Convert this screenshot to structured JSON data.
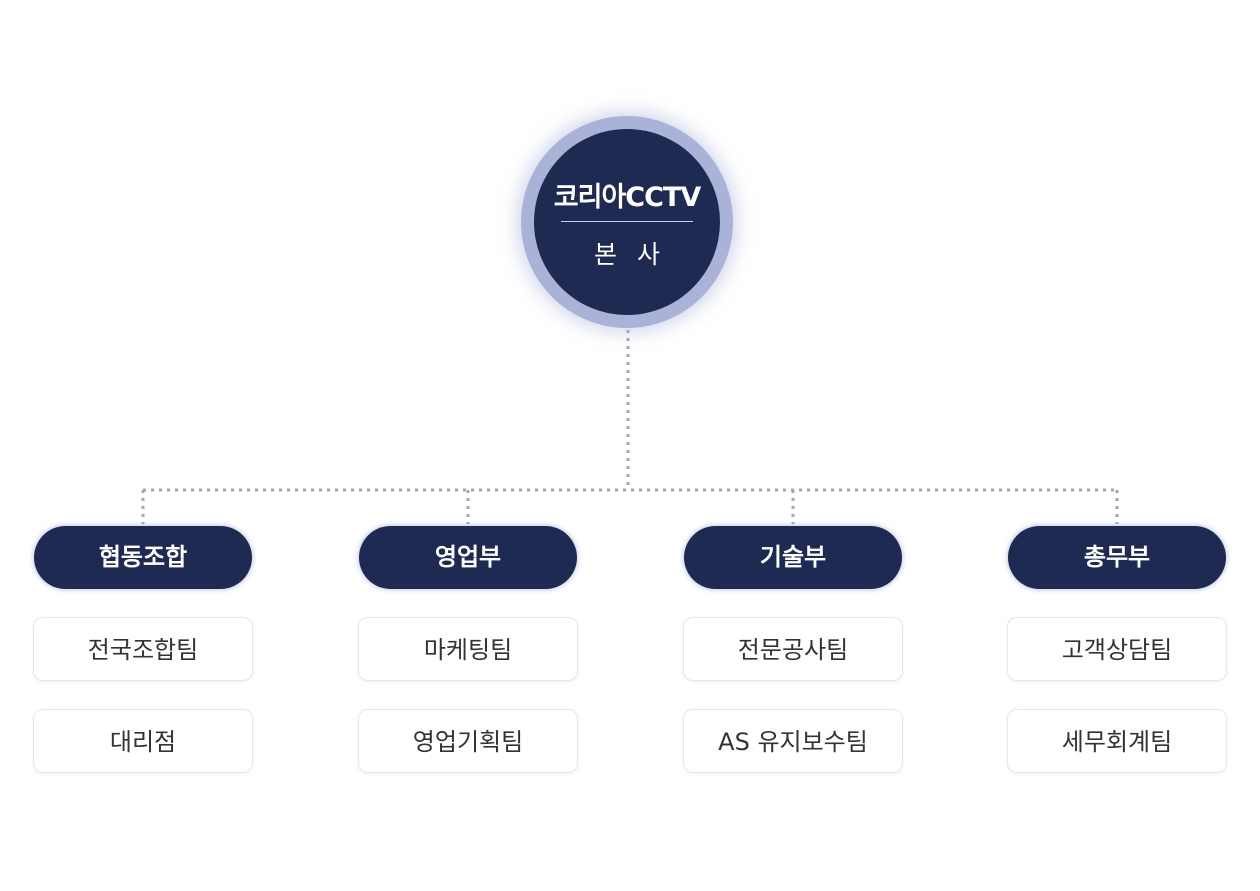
{
  "headquarters": {
    "name": "코리아CCTV",
    "subtitle": "본 사"
  },
  "departments": [
    {
      "name": "협동조합",
      "teams": [
        "전국조합팀",
        "대리점"
      ]
    },
    {
      "name": "영업부",
      "teams": [
        "마케팅팀",
        "영업기획팀"
      ]
    },
    {
      "name": "기술부",
      "teams": [
        "전문공사팀",
        "AS 유지보수팀"
      ]
    },
    {
      "name": "총무부",
      "teams": [
        "고객상담팀",
        "세무회계팀"
      ]
    }
  ],
  "colors": {
    "primary": "#1f2a52",
    "ring": "#aab2d8",
    "connector": "#a6a6a6",
    "team_border": "#e7e7e7",
    "team_text": "#333333"
  }
}
